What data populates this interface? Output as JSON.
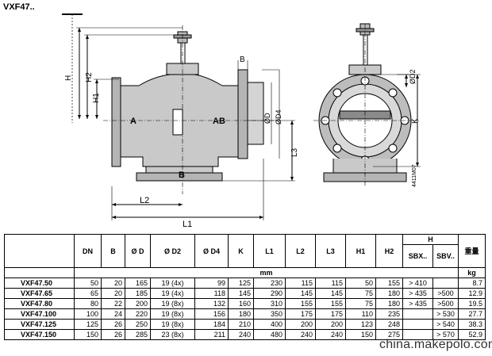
{
  "title": "VXF47..",
  "drawing_labels": {
    "h": "H",
    "h2": "H2",
    "h1": "H1",
    "port_a": "A",
    "port_ab": "AB",
    "port_b_bottom": "B",
    "port_b_top": "B",
    "od": "ØD",
    "od4": "ØD4",
    "l1": "L1",
    "l2": "L2",
    "l3": "L3",
    "od2": "ØD2",
    "k": "K"
  },
  "side_code": "4411M07",
  "table": {
    "group_header": "H",
    "columns": [
      "DN",
      "B",
      "Ø D",
      "Ø D2",
      "Ø D4",
      "K",
      "L1",
      "L2",
      "L3",
      "H1",
      "H2",
      "SBX..",
      "SBV..",
      "重量"
    ],
    "unit_mm": "mm",
    "unit_kg": "kg",
    "rows": [
      {
        "model": "VXF47.50",
        "values": [
          "50",
          "20",
          "165",
          "19 (4x)",
          "99",
          "125",
          "230",
          "115",
          "115",
          "50",
          "155",
          "> 410",
          "",
          "8.7"
        ]
      },
      {
        "model": "VXF47.65",
        "values": [
          "65",
          "20",
          "185",
          "19 (4x)",
          "118",
          "145",
          "290",
          "145",
          "145",
          "75",
          "180",
          "> 435",
          ">500",
          "12.9"
        ]
      },
      {
        "model": "VXF47.80",
        "values": [
          "80",
          "22",
          "200",
          "19 (8x)",
          "132",
          "160",
          "310",
          "155",
          "155",
          "75",
          "180",
          "> 435",
          ">500",
          "19.5"
        ]
      },
      {
        "model": "VXF47.100",
        "values": [
          "100",
          "24",
          "220",
          "19 (8x)",
          "156",
          "180",
          "350",
          "175",
          "175",
          "110",
          "235",
          "",
          "> 530",
          "27.7"
        ]
      },
      {
        "model": "VXF47.125",
        "values": [
          "125",
          "26",
          "250",
          "19 (8x)",
          "184",
          "210",
          "400",
          "200",
          "200",
          "123",
          "248",
          "",
          "> 540",
          "38.3"
        ]
      },
      {
        "model": "VXF47.150",
        "values": [
          "150",
          "26",
          "285",
          "23 (8x)",
          "211",
          "240",
          "480",
          "240",
          "240",
          "150",
          "275",
          "",
          "> 570",
          "52.9"
        ]
      }
    ]
  },
  "watermark": "china.makepolo.com"
}
